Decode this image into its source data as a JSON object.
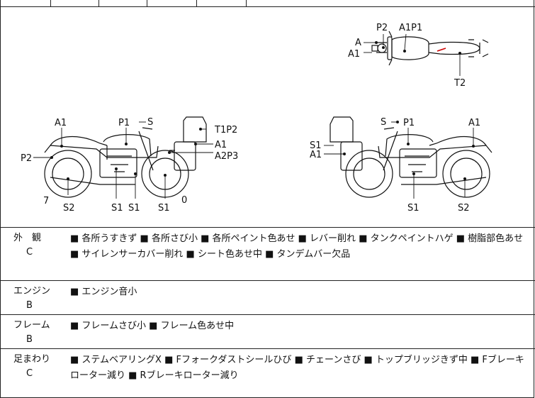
{
  "sections": [
    {
      "name": "外　観",
      "grade": "C",
      "text": "■ 各所うすきず ■ 各所さび小 ■ 各所ペイント色あせ ■ レバー削れ ■ タンクペイントハゲ ■ 樹脂部色あせ ■ サイレンサーカバー削れ ■ シート色あせ中 ■ タンデムバー欠品"
    },
    {
      "name": "エンジン",
      "grade": "B",
      "text": "■ エンジン音小"
    },
    {
      "name": "フレーム",
      "grade": "B",
      "text": "■ フレームさび小 ■ フレーム色あせ中"
    },
    {
      "name": "足まわり",
      "grade": "C",
      "text": "■ ステムベアリングX ■ Fフォークダストシールひび ■ チェーンさび ■ トップブリッジきず中 ■ Fブレーキローター減り ■ Rブレーキローター減り"
    }
  ],
  "diagram": {
    "top_view": {
      "P2": "P2",
      "A1P1": "A1P1",
      "A": "A",
      "A1": "A1",
      "T2": "T2"
    },
    "left_side": {
      "A1": "A1",
      "P1": "P1",
      "S": "S",
      "T1P2": "T1P2",
      "A1b": "A1",
      "A2P3": "A2P3",
      "P2": "P2",
      "n7": "7",
      "S2": "S2",
      "S1a": "S1",
      "S1b": "S1",
      "S1c": "S1",
      "n0": "0"
    },
    "right_side": {
      "S": "S",
      "P1": "P1",
      "A1": "A1",
      "S1": "S1",
      "A1b": "A1",
      "S1b": "S1",
      "S2": "S2"
    }
  },
  "colors": {
    "line": "#111111",
    "scratch": "#cc0000"
  }
}
